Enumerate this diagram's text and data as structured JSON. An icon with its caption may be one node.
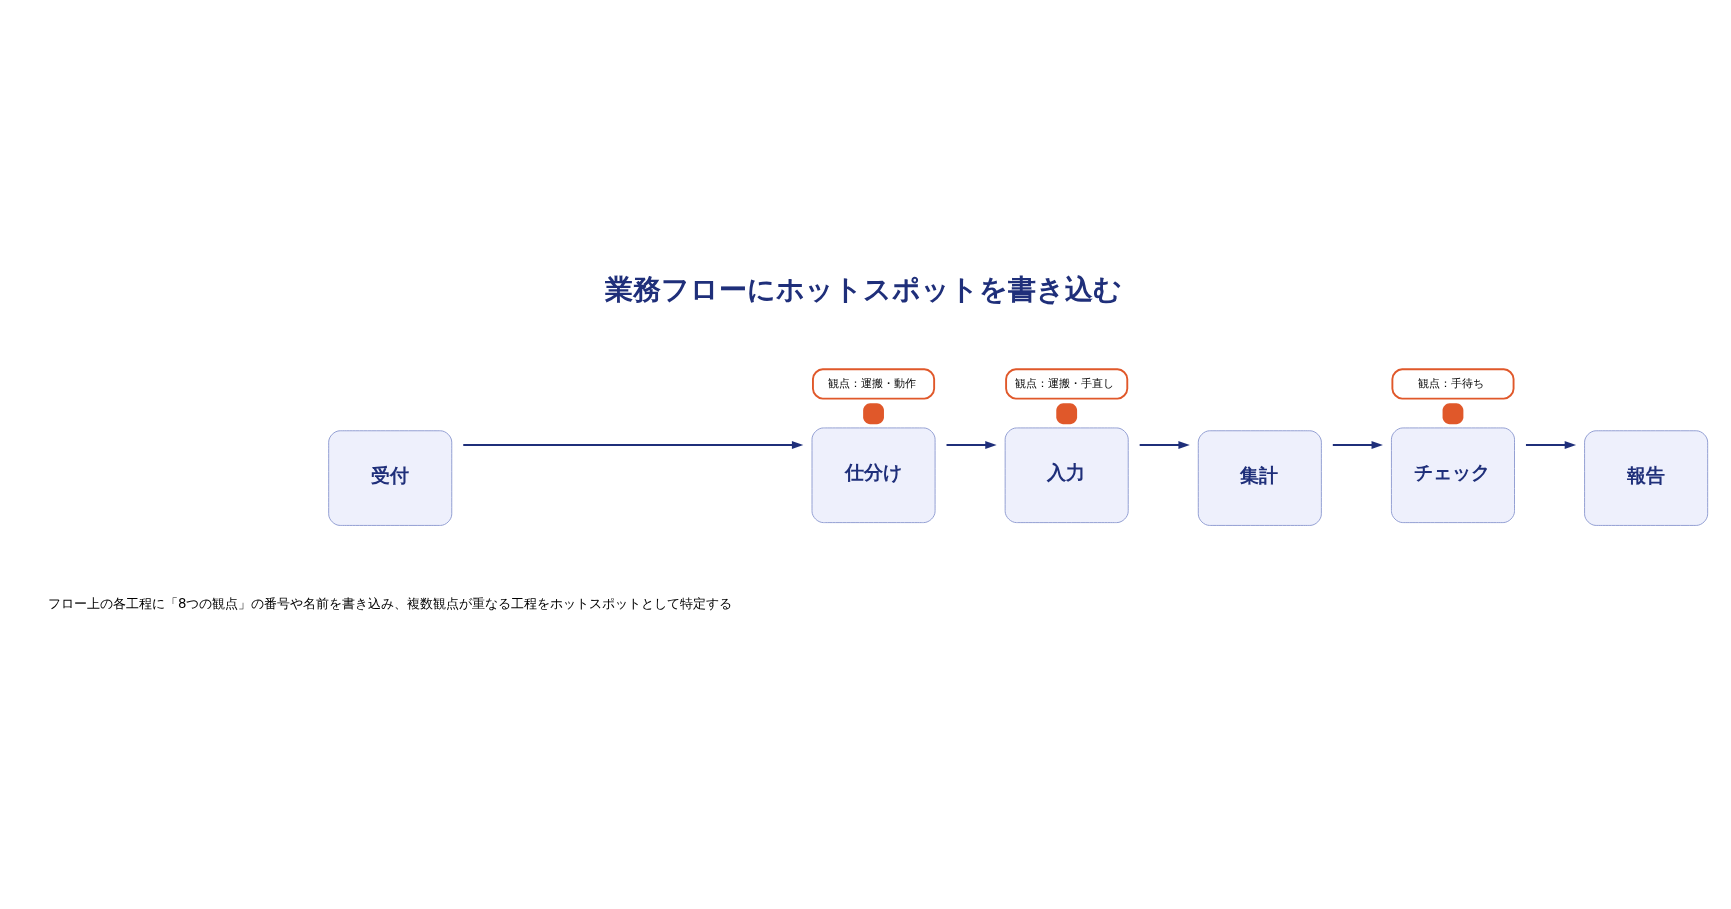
{
  "diagram": {
    "title": "業務フローにホットスポットを書き込む",
    "nodes": [
      {
        "text": [
          "受付"
        ]
      },
      {
        "text": [
          "仕分け"
        ],
        "beside": [
          "観点：運搬・動作"
        ]
      },
      {
        "text": [
          "入力"
        ],
        "beside": [
          "観点：運搬・手直し"
        ]
      },
      {
        "text": [
          "集計"
        ]
      },
      {
        "text": [
          "チェック"
        ],
        "beside": [
          "観点：手待ち"
        ]
      },
      {
        "text": [
          "報告"
        ]
      }
    ],
    "edges": [
      {
        "from": 0,
        "to": 1,
        "arrow": "to"
      },
      {
        "from": 1,
        "to": 2,
        "arrow": "to"
      },
      {
        "from": 2,
        "to": 3,
        "arrow": "to"
      },
      {
        "from": 3,
        "to": 4,
        "arrow": "to"
      },
      {
        "from": 4,
        "to": 5,
        "arrow": "to"
      }
    ],
    "caption": "フロー上の各工程に「8つの観点」の番号や名前を書き込み、複数観点が重なる工程をホットスポットとして特定する"
  }
}
